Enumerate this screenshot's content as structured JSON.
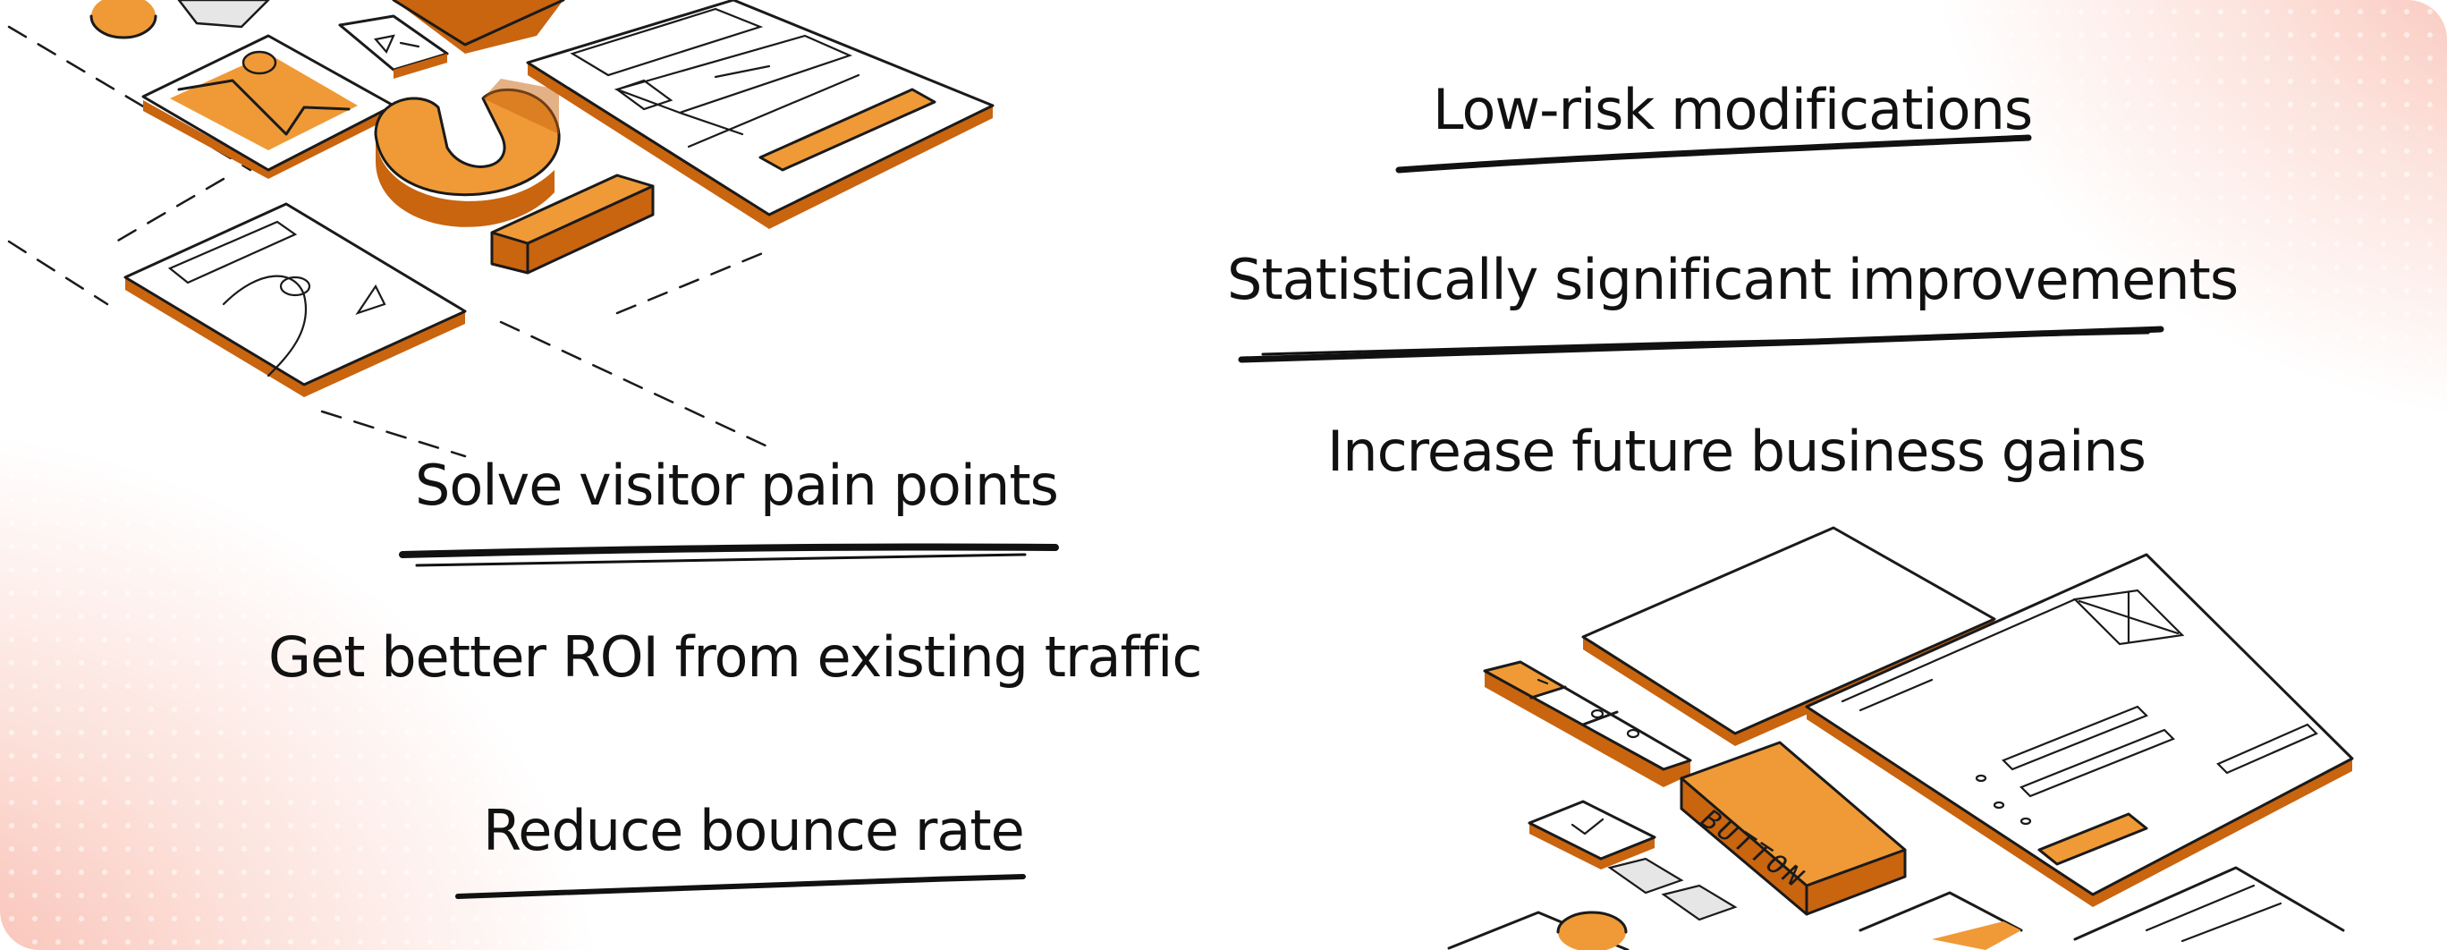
{
  "benefits": {
    "low_risk": "Low-risk modifications",
    "statistically_significant": "Statistically significant improvements",
    "future_gains": "Increase future business gains",
    "pain_points": "Solve visitor pain points",
    "better_roi": "Get better ROI from existing traffic",
    "bounce_rate": "Reduce bounce rate"
  },
  "illustration": {
    "button_label": "BUTTON"
  },
  "colors": {
    "accent_orange": "#ef9a37",
    "shadow_orange": "#c9640f",
    "ink": "#111111",
    "blush": "#f6a696"
  }
}
